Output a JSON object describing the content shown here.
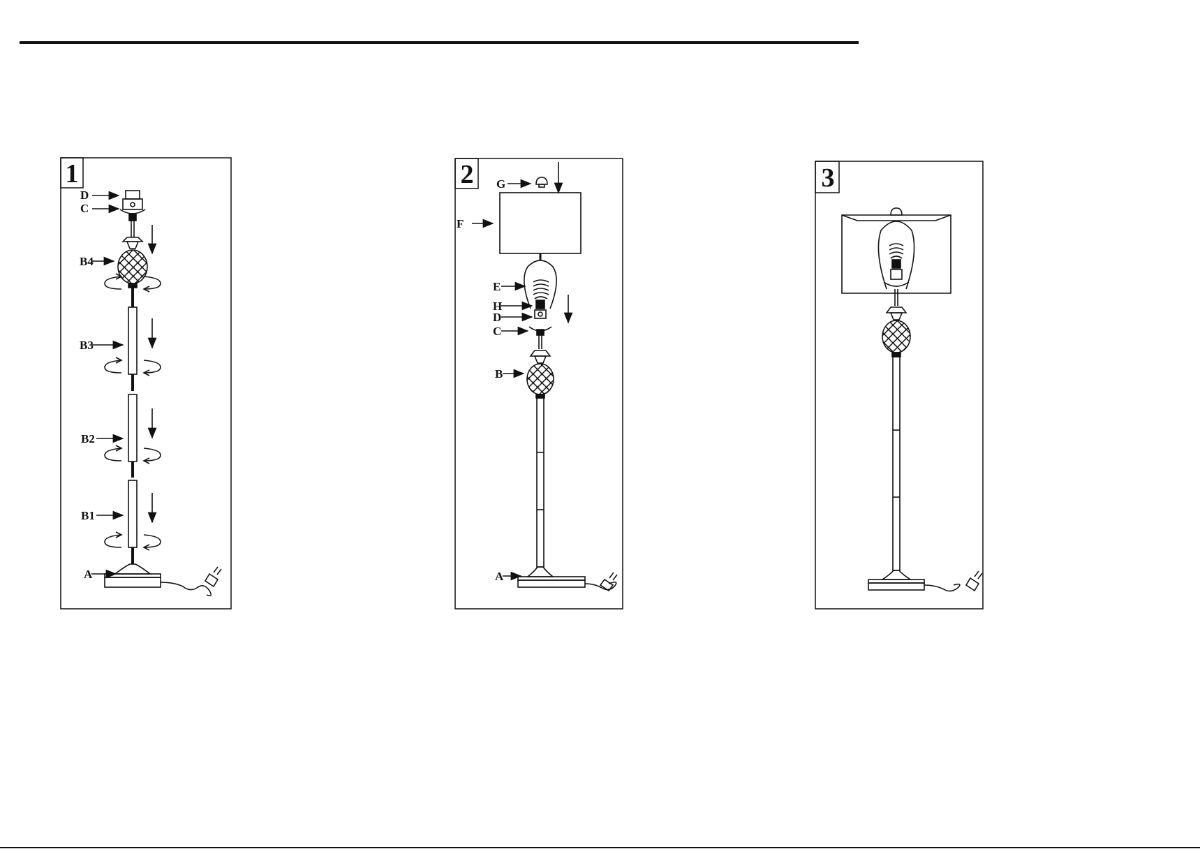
{
  "panels": [
    {
      "step": "1",
      "labels": {
        "D": "D",
        "C": "C",
        "B4": "B4",
        "B3": "B3",
        "B2": "B2",
        "B1": "B1",
        "A": "A"
      }
    },
    {
      "step": "2",
      "labels": {
        "G": "G",
        "F": "F",
        "E": "E",
        "H": "H",
        "D": "D",
        "C": "C",
        "B": "B",
        "A": "A"
      }
    },
    {
      "step": "3",
      "labels": {}
    }
  ],
  "colors": {
    "line": "#111111",
    "background": "#ffffff"
  }
}
